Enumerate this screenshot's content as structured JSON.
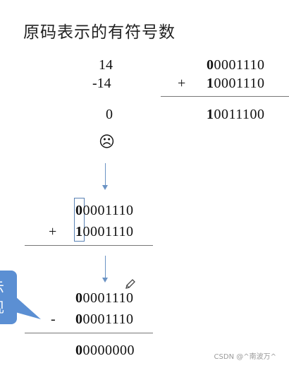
{
  "title": "原码表示的有符号数",
  "top_left": {
    "operand1": "14",
    "operand2": "-14",
    "result": "0",
    "emoji": "☹"
  },
  "top_right": {
    "operator": "+",
    "row1": {
      "sign": "0",
      "rest": "0001110"
    },
    "row2": {
      "sign": "1",
      "rest": "0001110"
    },
    "result": {
      "sign": "1",
      "rest": "0011100"
    }
  },
  "middle": {
    "operator": "+",
    "row1": {
      "sign": "0",
      "rest": "0001110"
    },
    "row2": {
      "sign": "1",
      "rest": "0001110"
    }
  },
  "bottom": {
    "operator": "-",
    "row1": {
      "sign": "0",
      "rest": "0001110"
    },
    "row2": {
      "sign": "0",
      "rest": "0001110"
    },
    "result": {
      "sign": "0",
      "rest": "0000000"
    }
  },
  "callout": {
    "text_line1": "示",
    "text_line2": "现",
    "color": "#5b8fd3"
  },
  "icons": [
    "sad-face-icon",
    "down-arrow-icon",
    "pencil-icon"
  ],
  "watermark": "CSDN @^南波万^"
}
